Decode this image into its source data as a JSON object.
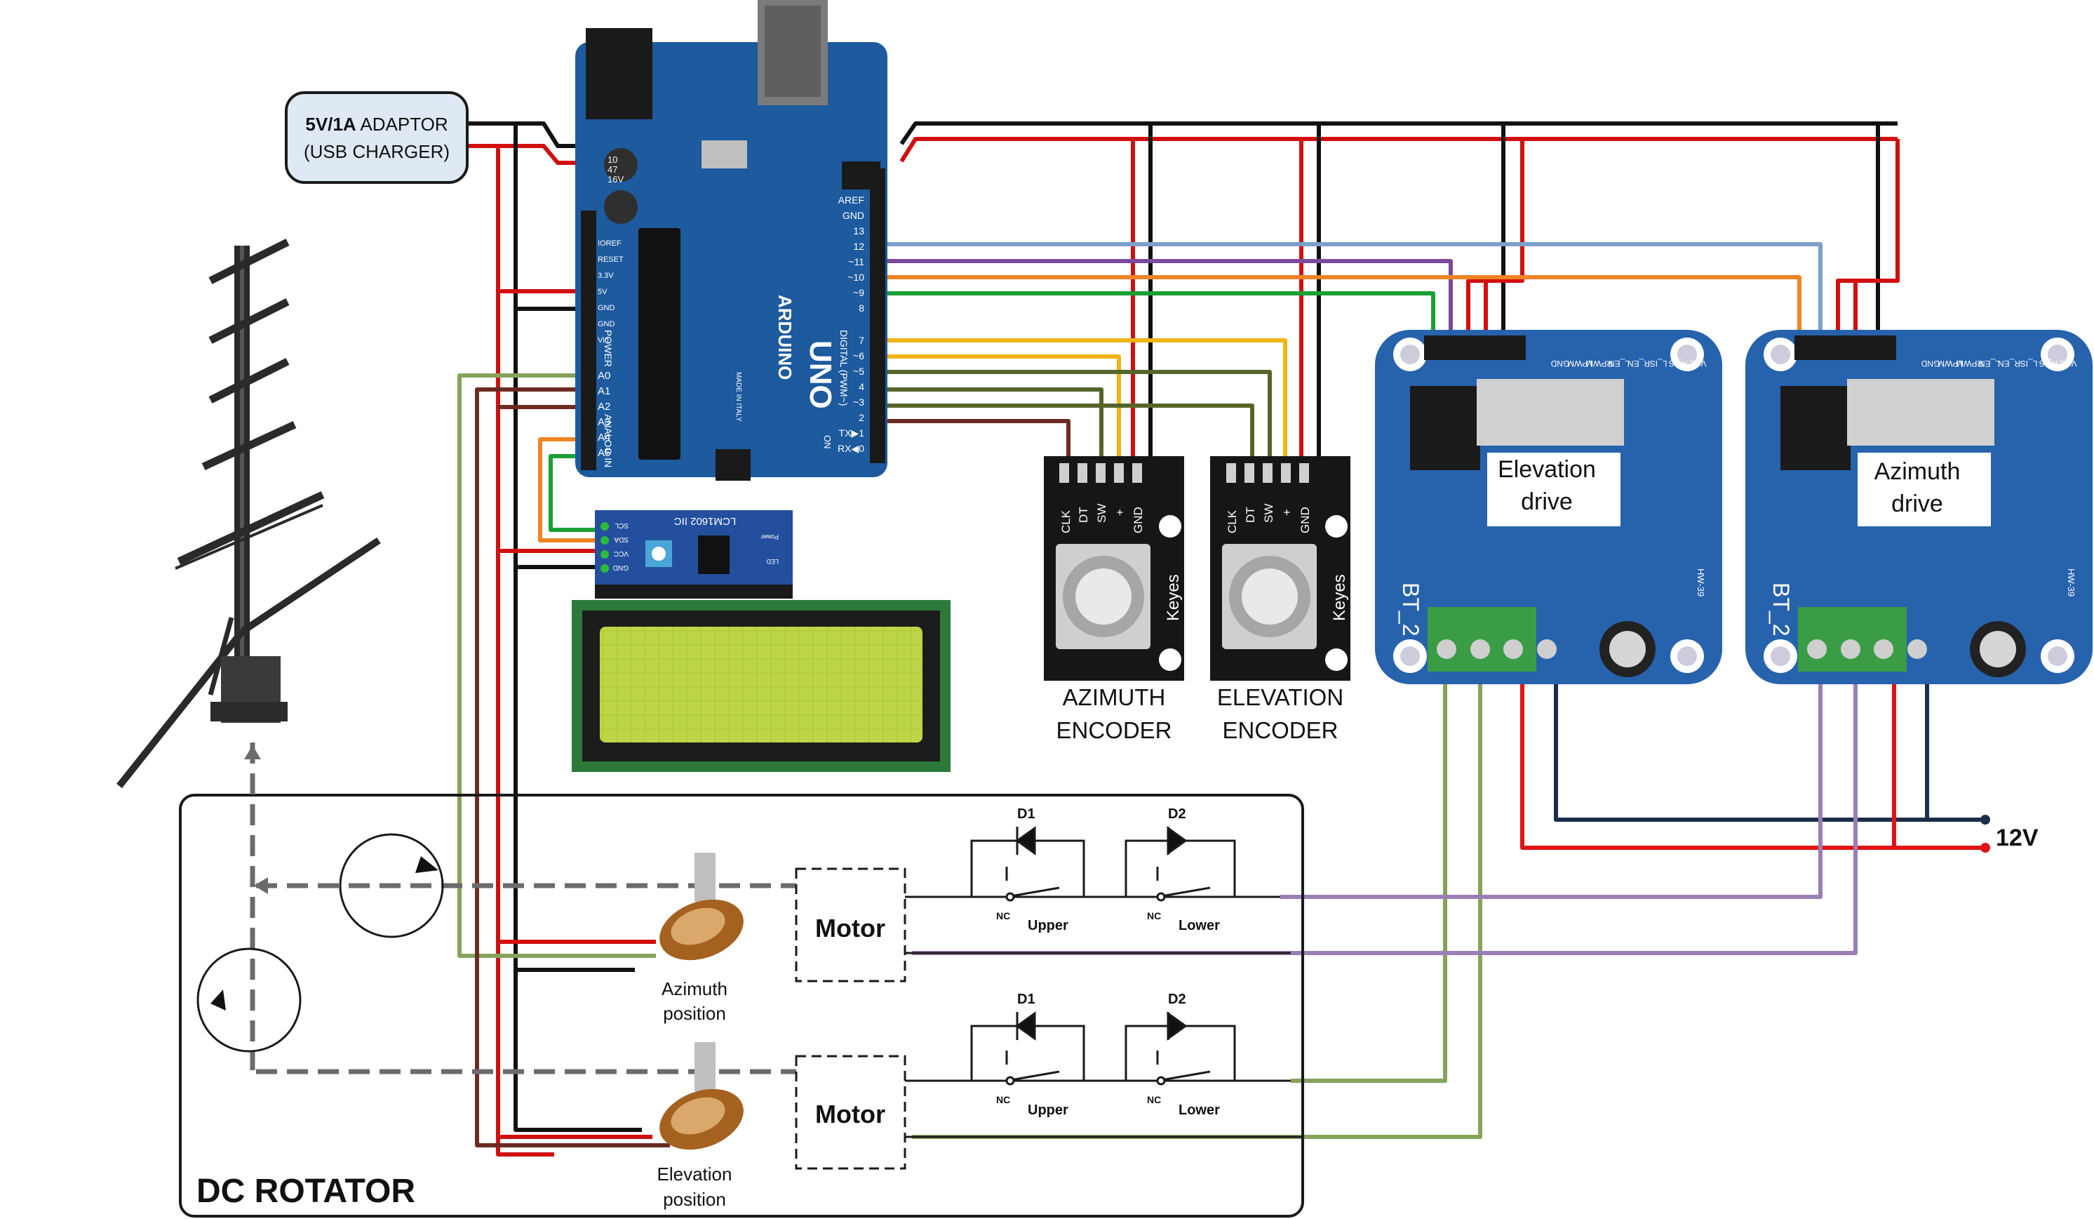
{
  "adaptor": {
    "line1_bold": "5V/1A",
    "line1_rest": " ADAPTOR",
    "line2": "(USB CHARGER)"
  },
  "arduino": {
    "brand": "ARDUINO",
    "model": "UNO",
    "digital_header": "DIGITAL (PWM~)",
    "analog_header": "ANALOG IN",
    "power_header": "POWER",
    "made_in": "MADE IN ITALY",
    "on_label": "ON",
    "top_pins": [
      "AREF",
      "GND",
      "13",
      "12",
      "~11",
      "~10",
      "~9",
      "8"
    ],
    "lower_pins": [
      "7",
      "~6",
      "~5",
      "4",
      "~3",
      "2",
      "TX▶1",
      "RX◀0"
    ],
    "power_pins": [
      "IOREF",
      "RESET",
      "3.3V",
      "5V",
      "GND",
      "GND",
      "Vin"
    ],
    "analog_pins": [
      "A0",
      "A1",
      "A2",
      "A3",
      "A4",
      "A5"
    ],
    "cap_text": [
      "10",
      "47",
      "16V"
    ]
  },
  "lcd_i2c": {
    "chip": "LCM1602 IIC",
    "pins": [
      "SCL",
      "SDA",
      "VCC",
      "GND"
    ],
    "led_label": "LED",
    "power_label": "Power"
  },
  "az_encoder": {
    "pins": [
      "CLK",
      "DT",
      "SW",
      "+",
      "GND"
    ],
    "brand": "Keyes",
    "label_line1": "AZIMUTH",
    "label_line2": "ENCODER"
  },
  "el_encoder": {
    "pins": [
      "CLK",
      "DT",
      "SW",
      "+",
      "GND"
    ],
    "brand": "Keyes",
    "label_line1": "ELEVATION",
    "label_line2": "ENCODER"
  },
  "elevation_drive": {
    "label_line1": "Elevation",
    "label_line2": "drive",
    "model": "BT_2",
    "code": "HW-39",
    "pins": [
      "VCC",
      "R_IS",
      "L_IS",
      "R_EN",
      "L_EN",
      "RPWM",
      "LPWM",
      "GND"
    ]
  },
  "azimuth_drive": {
    "label_line1": "Azimuth",
    "label_line2": "drive",
    "model": "BT_2",
    "code": "HW-39",
    "pins": [
      "VCC",
      "R_IS",
      "L_IS",
      "R_EN",
      "L_EN",
      "RPWM",
      "LPWM",
      "GND"
    ]
  },
  "supply_label": "12V",
  "rotator": {
    "title": "DC ROTATOR",
    "motor_label": "Motor",
    "d1": "D1",
    "d2": "D2",
    "nc": "NC",
    "upper": "Upper",
    "lower": "Lower",
    "az_pot_line1": "Azimuth",
    "az_pot_line2": "position",
    "el_pot_line1": "Elevation",
    "el_pot_line2": "position"
  },
  "colors": {
    "red_wire": "#d10f0f",
    "black_wire": "#111111",
    "blue_wire": "#7ba0cc",
    "purple_wire": "#7d4a9c",
    "green_wire": "#19a035",
    "yellow_wire": "#f0b414",
    "orange_wire": "#ee8424",
    "olive_wire": "#86a35a",
    "brown_wire": "#6d2a22",
    "dark_green_wire": "#55652a",
    "lavender_wire": "#9a7fb6",
    "navy_wire": "#1c2f4a",
    "board_blue": "#1d5a9e",
    "driver_blue": "#2762ad",
    "lcd_green": "#b4cf36"
  }
}
